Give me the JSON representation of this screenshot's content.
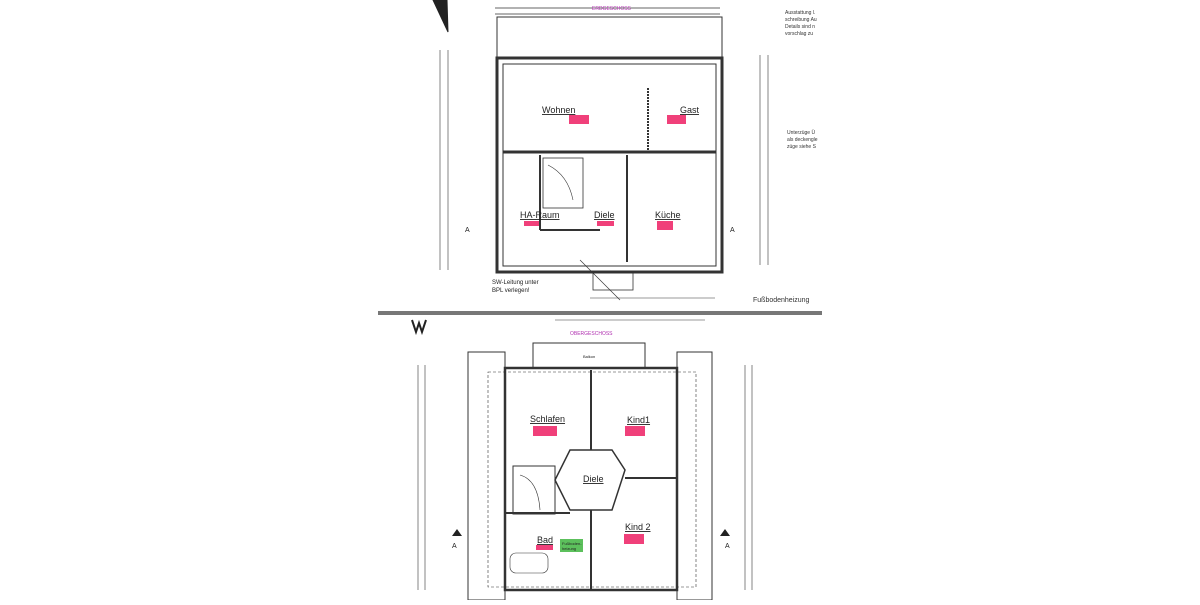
{
  "ground_floor": {
    "title": "ERDGESCHOSS",
    "rooms": [
      {
        "name": "Wohnen"
      },
      {
        "name": "Gast"
      },
      {
        "name": "HA-Raum"
      },
      {
        "name": "Diele"
      },
      {
        "name": "Küche"
      }
    ],
    "note_sewer": [
      "SW-Leitung unter",
      "BPL verlegen!"
    ],
    "side_notes": [
      "Ausstattung l.",
      "schreibung Au",
      "Details sind n",
      "vorschlag zu"
    ],
    "side_notes_2": [
      "Unterzüge Ü",
      "als deckengle",
      "züge siehe S"
    ],
    "floor_heating": "Fußbodenheizung",
    "section_marker": "A"
  },
  "upper_floor": {
    "title": "OBERGESCHOSS",
    "balcony": "Balkon",
    "rooms": [
      {
        "name": "Schlafen"
      },
      {
        "name": "Kind1"
      },
      {
        "name": "Diele"
      },
      {
        "name": "Bad"
      },
      {
        "name": "Kind 2"
      }
    ],
    "green_tag": [
      "Fußboden-",
      "heizung"
    ],
    "section_marker": "A"
  },
  "colors": {
    "area_tag": "#f0407a",
    "green_tag": "#5cc05c",
    "floor_title": "#b030b0",
    "lines": "#333333",
    "separator": "#777777"
  }
}
